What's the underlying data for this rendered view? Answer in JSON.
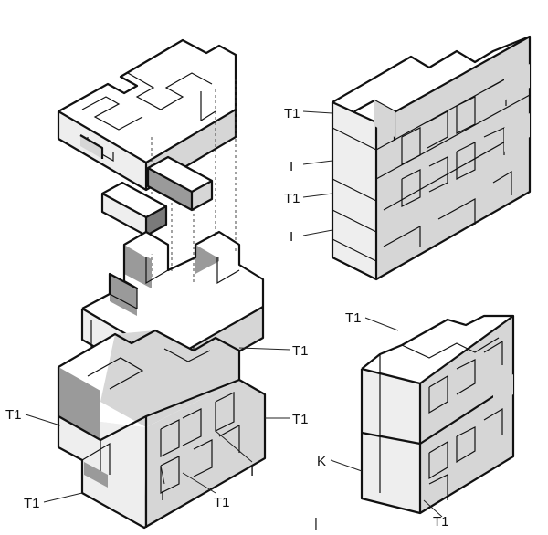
{
  "labels": {
    "left_top_right": "T1",
    "left_mid_right": "T1",
    "left_mid_left": "T1",
    "left_bottom_left": "T1",
    "left_i_right": "I",
    "left_i_bottom": "I",
    "left_t1_bottom": "T1",
    "right_top_t1_a": "T1",
    "right_top_i_a": "I",
    "right_top_t1_b": "T1",
    "right_top_i_b": "I",
    "right_bottom_t1_top": "T1",
    "right_bottom_k": "K",
    "right_bottom_t1_bottom": "T1",
    "stray_mark": "|"
  },
  "colors": {
    "line": "#111111",
    "face_light": "#ffffff",
    "face_mid": "#eeeeee",
    "face_shade": "#d6d6d6",
    "face_dark": "#9a9a9a"
  }
}
